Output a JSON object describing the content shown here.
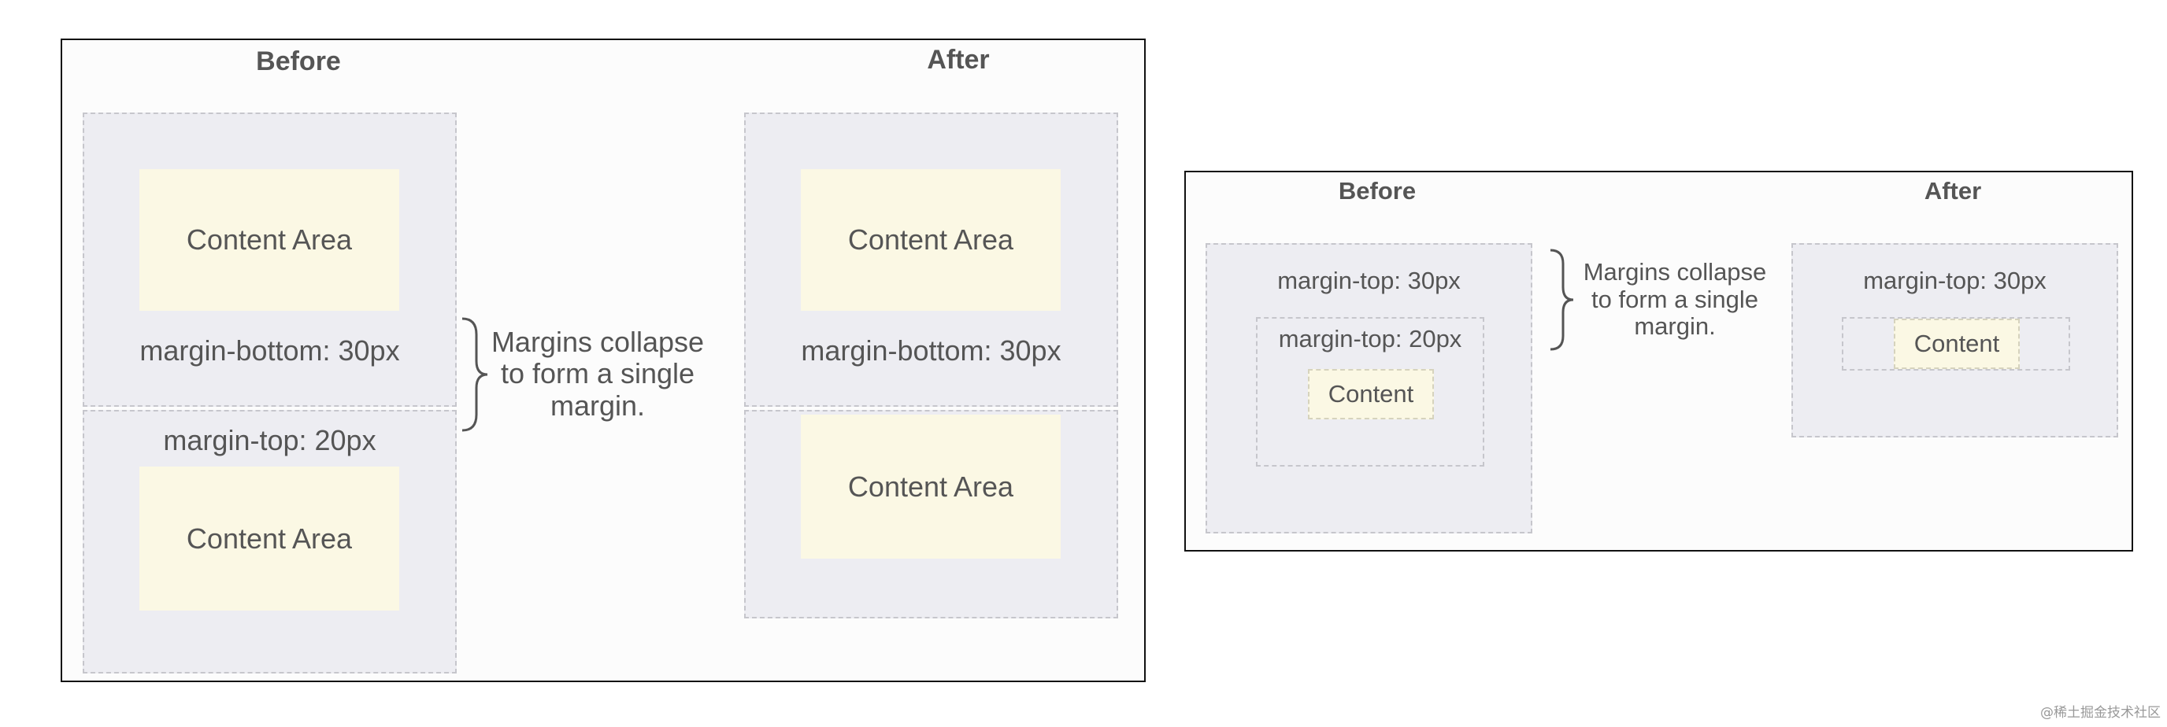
{
  "left": {
    "before_heading": "Before",
    "after_heading": "After",
    "content_label": "Content Area",
    "margin_bottom_label": "margin-bottom: 30px",
    "margin_top_label": "margin-top: 20px",
    "collapse_note": [
      "Margins collapse",
      "to form a single",
      "margin."
    ]
  },
  "right": {
    "before_heading": "Before",
    "after_heading": "After",
    "outer_margin_label": "margin-top: 30px",
    "inner_margin_label": "margin-top: 20px",
    "content_label": "Content",
    "after_margin_label": "margin-top: 30px",
    "collapse_note": [
      "Margins collapse",
      "to form a single",
      "margin."
    ]
  },
  "watermark": "@稀土掘金技术社区",
  "colors": {
    "panel_border": "#111111",
    "box_fill": "#ededf2",
    "box_dash": "#c6c6cc",
    "content_fill": "#fbf8e4",
    "text": "#555555"
  }
}
